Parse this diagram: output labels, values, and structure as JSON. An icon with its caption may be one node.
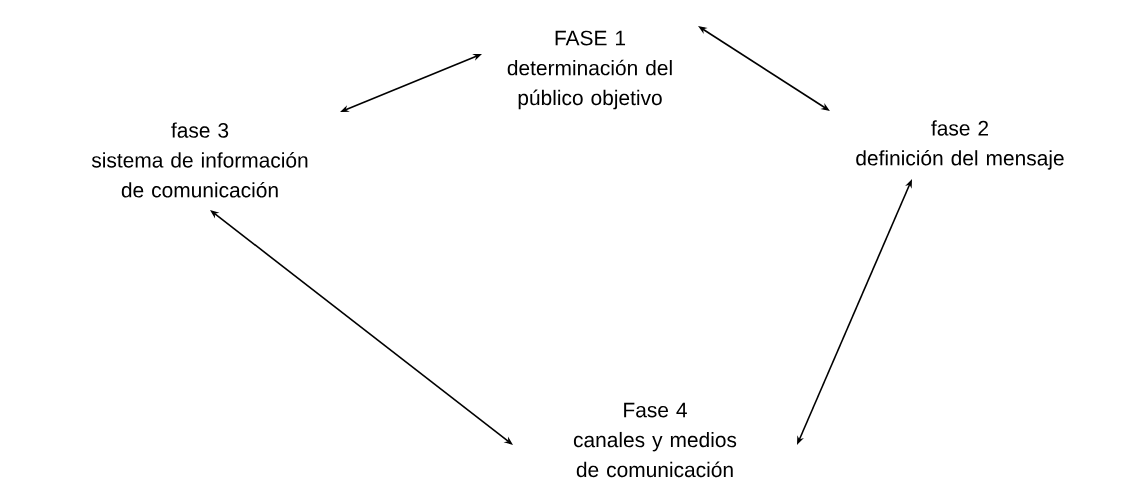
{
  "diagram": {
    "nodes": [
      {
        "text": [
          "FASE 1",
          "determinación del público objetivo"
        ]
      },
      {
        "text": [
          "fase 3",
          "sistema de información de comunicación"
        ]
      },
      {
        "text": [
          "fase 2",
          "definición del mensaje"
        ]
      },
      {
        "text": [
          "Fase 4",
          "canales y medios de comunicación"
        ]
      }
    ],
    "edges": [
      {
        "from": 0,
        "to": 1,
        "arrow": "both"
      },
      {
        "from": 0,
        "to": 2,
        "arrow": "both"
      },
      {
        "from": 1,
        "to": 3,
        "arrow": "both"
      },
      {
        "from": 2,
        "to": 3,
        "arrow": "both"
      }
    ]
  }
}
